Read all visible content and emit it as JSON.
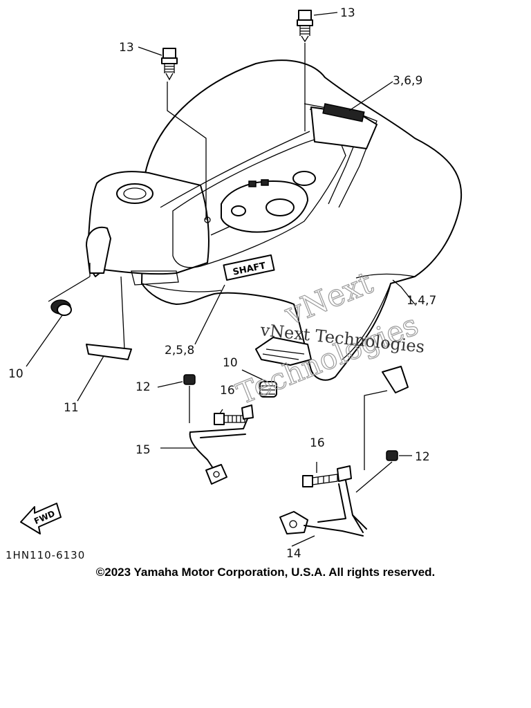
{
  "callouts": {
    "c13a": "13",
    "c13b": "13",
    "c369": "3,6,9",
    "c147": "1,4,7",
    "c258": "2,5,8",
    "c10a": "10",
    "c10b": "10",
    "c11": "11",
    "c12a": "12",
    "c12b": "12",
    "c16a": "16",
    "c16b": "16",
    "c15": "15",
    "c14": "14"
  },
  "labels": {
    "fwd": "FWD",
    "shaft": "SHAFT",
    "drawing_code": "1HN110-6130"
  },
  "watermark": {
    "line1": "vNext",
    "line2": "Technologies",
    "line3": "vNext Technologies"
  },
  "footer": {
    "copyright": "©2023 Yamaha Motor Corporation, U.S.A. All rights reserved."
  }
}
